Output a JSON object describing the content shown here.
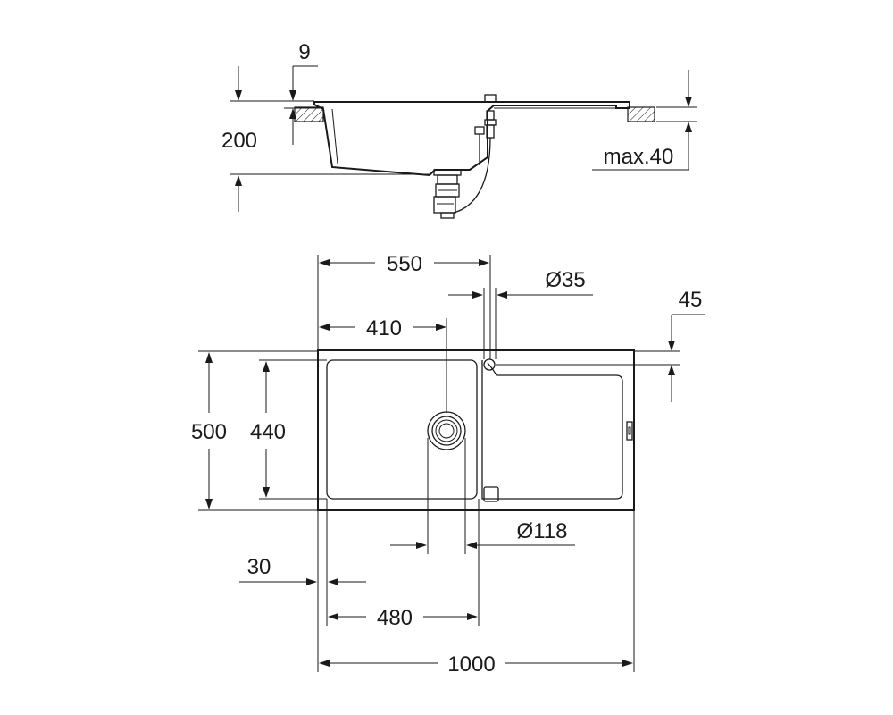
{
  "side_view": {
    "dims": {
      "edge": "9",
      "depth": "200",
      "worktop": "max.40"
    }
  },
  "top_view": {
    "dims": {
      "bowl_waste_offset": "550",
      "tap_hole_diameter": "Ø35",
      "tap_hole_offset": "45",
      "waste_offset": "410",
      "overall_depth": "500",
      "bowl_depth": "440",
      "waste_diameter": "Ø118",
      "rim_offset": "30",
      "bowl_width": "480",
      "overall_width": "1000"
    }
  }
}
